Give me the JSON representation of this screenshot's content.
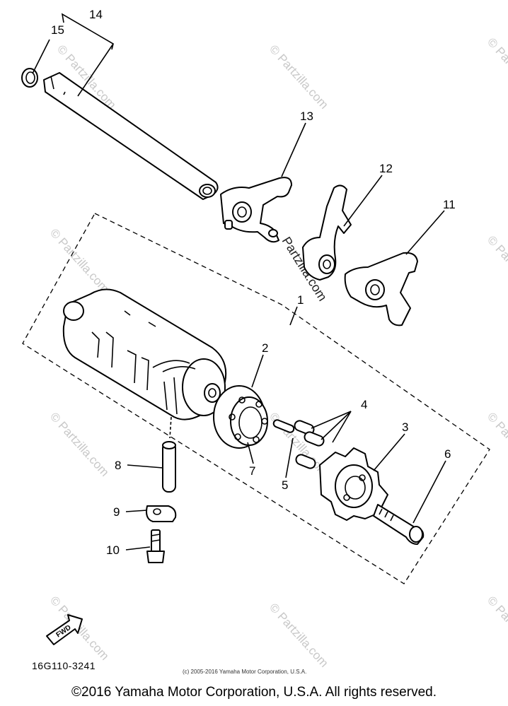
{
  "callouts": {
    "c1": "1",
    "c2": "2",
    "c3": "3",
    "c4": "4",
    "c5": "5",
    "c6": "6",
    "c7": "7",
    "c8": "8",
    "c9": "9",
    "c10": "10",
    "c11": "11",
    "c12": "12",
    "c13": "13",
    "c14": "14",
    "c15": "15"
  },
  "fwd_badge": "FWD",
  "part_code": "16G110-3241",
  "small_copyright": "(c) 2005-2016 Yamaha Motor Corporation, U.S.A.",
  "footer_copyright": "©2016 Yamaha Motor Corporation, U.S.A. All rights reserved.",
  "watermark": "© Partzilla.com",
  "watermark_center": "Partzilla.com",
  "colors": {
    "line": "#000000",
    "watermark": "#c8c8c8",
    "background": "#ffffff"
  }
}
